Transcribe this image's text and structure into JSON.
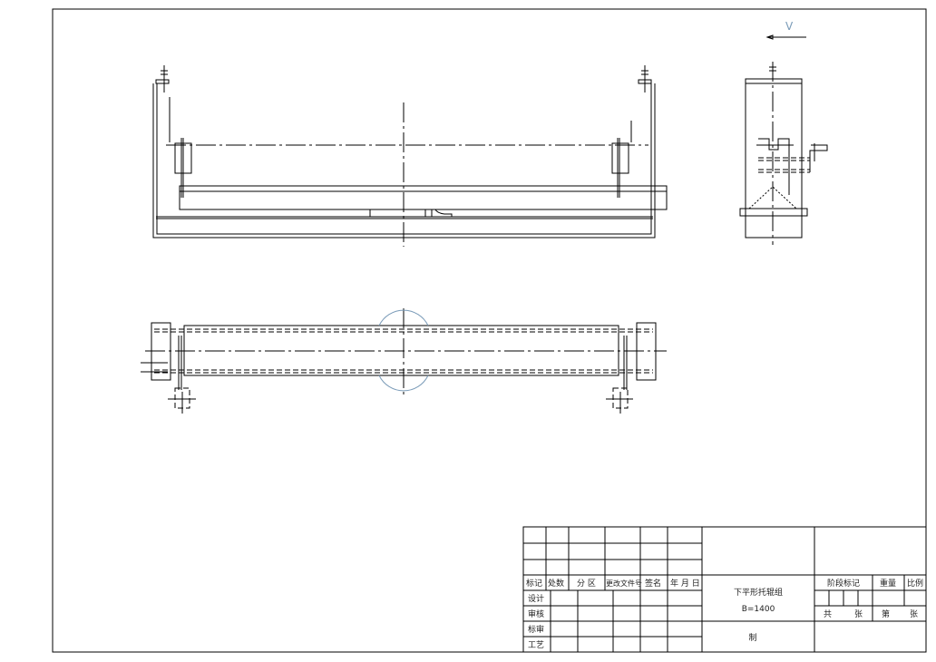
{
  "direction_label": "V",
  "title_block": {
    "header": [
      "标记",
      "处数",
      "分 区",
      "更改文件号",
      "签名",
      "年 月 日"
    ],
    "roles": [
      "设计",
      "审核",
      "标审",
      "工艺"
    ],
    "drawing_title": "下平形托辊组",
    "drawing_spec": "B=1400",
    "maker_label": "制",
    "stage_mark": "阶段标记",
    "weight": "重量",
    "scale": "比例",
    "total": "共",
    "sheets_a": "张",
    "sheet_no": "第",
    "sheets_b": "张"
  }
}
